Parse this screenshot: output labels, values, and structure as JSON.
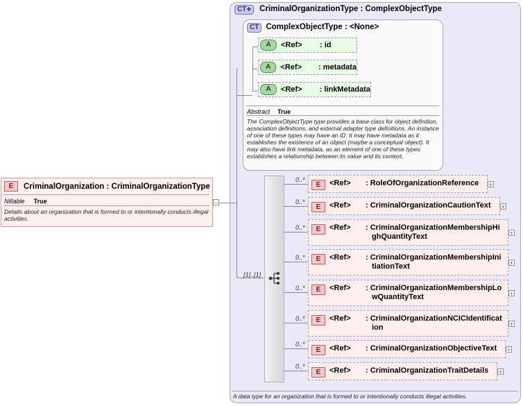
{
  "outer_type": {
    "badge": "CT",
    "title": "CriminalOrganizationType : ComplexObjectType",
    "footer_doc": "A data type for an organization that is formed to or intentionally conducts illegal activities."
  },
  "base_type": {
    "badge": "CT",
    "title": "ComplexObjectType : <None>",
    "attributes": [
      {
        "badge": "A",
        "ref": "<Ref>",
        "name": ": id"
      },
      {
        "badge": "A",
        "ref": "<Ref>",
        "name": ": metadata"
      },
      {
        "badge": "A",
        "ref": "<Ref>",
        "name": ": linkMetadata"
      }
    ],
    "prop_key": "Abstract",
    "prop_val": "True",
    "doc": "The ComplexObjectType type provides a base class for object definition, association definitions, and external adapter type definitions. An instance of one of these types may have an ID. It may have metadata as it establishes the existence of an object (maybe a conceptual object). It may also have link metadata, as an element of one of these types establishes a relationship between its value and its context."
  },
  "root_element": {
    "badge": "E",
    "title": "CriminalOrganization : CriminalOrganizationType",
    "prop_key": "Nillable",
    "prop_val": "True",
    "doc": "Details about an organization that is formed to or intentionally conducts illegal activities.",
    "expander": "−"
  },
  "sequence": {
    "occurrence": "[1]..[1]"
  },
  "children": [
    {
      "occ": "0..*",
      "badge": "E",
      "ref": "<Ref>",
      "name": ": RoleOfOrganizationReference"
    },
    {
      "occ": "0..*",
      "badge": "E",
      "ref": "<Ref>",
      "name": ": CriminalOrganizationCautionText"
    },
    {
      "occ": "0..*",
      "badge": "E",
      "ref": "<Ref>",
      "name_l1": ": CriminalOrganizationMembershipHi",
      "name_l2": "ghQuantityText"
    },
    {
      "occ": "0..*",
      "badge": "E",
      "ref": "<Ref>",
      "name_l1": ": CriminalOrganizationMembershipIni",
      "name_l2": "tiationText"
    },
    {
      "occ": "0..*",
      "badge": "E",
      "ref": "<Ref>",
      "name_l1": ": CriminalOrganizationMembershipLo",
      "name_l2": "wQuantityText"
    },
    {
      "occ": "0..*",
      "badge": "E",
      "ref": "<Ref>",
      "name_l1": ": CriminalOrganizationNCICIdentificat",
      "name_l2": "ion"
    },
    {
      "occ": "0..*",
      "badge": "E",
      "ref": "<Ref>",
      "name": ": CriminalOrganizationObjectiveText"
    },
    {
      "occ": "0..*",
      "badge": "E",
      "ref": "<Ref>",
      "name": ": CriminalOrganizationTraitDetails"
    }
  ],
  "expander_plus": "+",
  "colors": {
    "element_bg": "#ffeeee",
    "attribute_bg": "#e8fce8",
    "complex_type_bg": "#e9e9f8"
  }
}
